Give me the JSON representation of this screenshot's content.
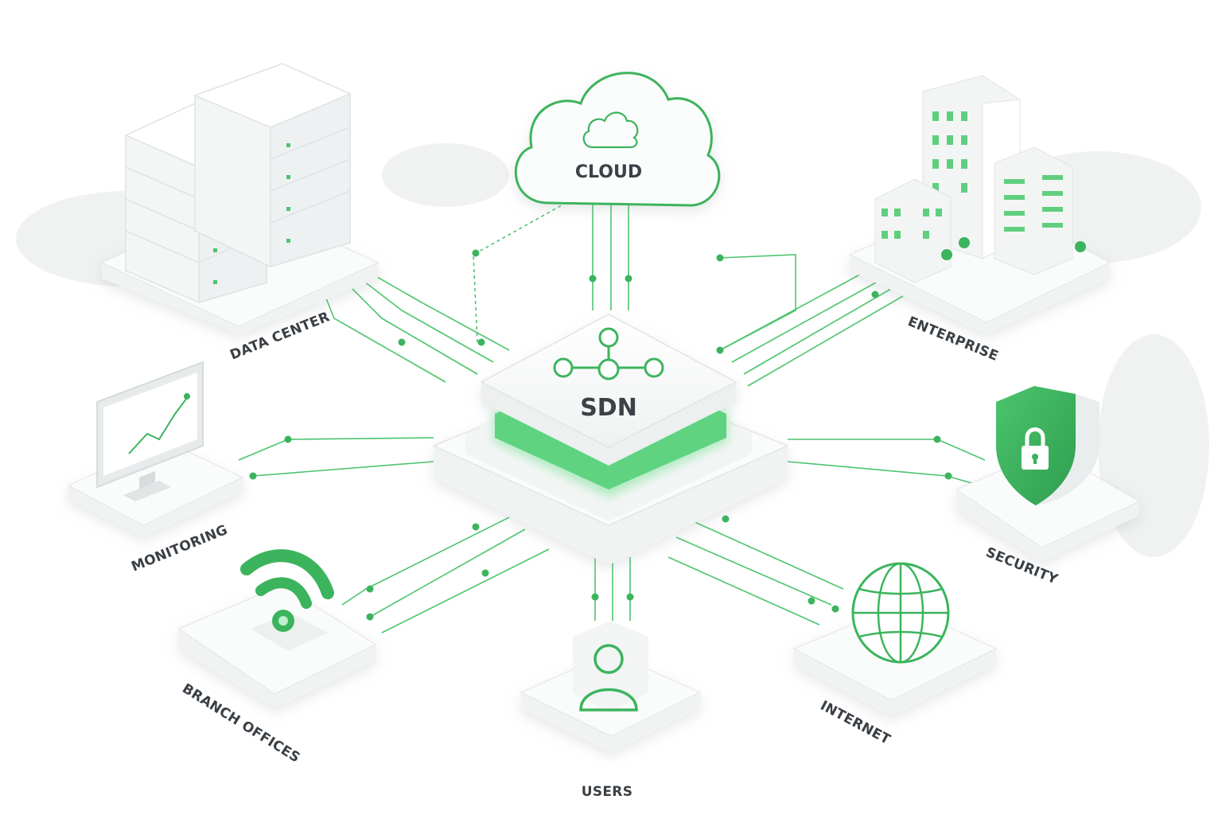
{
  "hub": {
    "label": "SDN"
  },
  "nodes": {
    "cloud": {
      "label": "CLOUD"
    },
    "data_center": {
      "label": "DATA CENTER"
    },
    "enterprise": {
      "label": "ENTERPRISE"
    },
    "monitoring": {
      "label": "MONITORING"
    },
    "security": {
      "label": "SECURITY"
    },
    "branch_offices": {
      "label": "BRANCH OFFICES"
    },
    "users": {
      "label": "USERS"
    },
    "internet": {
      "label": "INTERNET"
    }
  },
  "colors": {
    "accent": "#35b35a",
    "accent_glow": "#7de39a",
    "platform": "#f7f8f8",
    "platform_edge": "#e2e5e6",
    "text": "#3a3f44"
  },
  "icons": [
    "server-rack-icon",
    "cloud-icon",
    "buildings-icon",
    "monitor-chart-icon",
    "shield-lock-icon",
    "wifi-icon",
    "user-icon",
    "globe-icon",
    "hub-network-icon"
  ]
}
